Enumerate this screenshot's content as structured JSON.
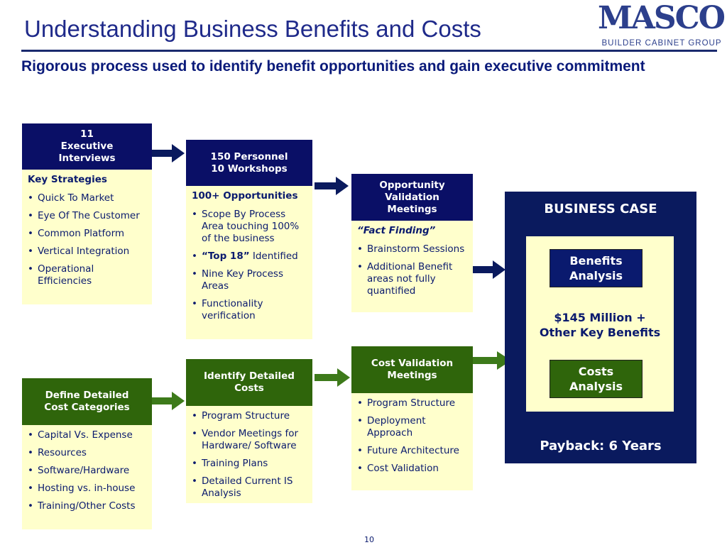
{
  "header": {
    "title": "Understanding Business Benefits and Costs",
    "subtitle": "Rigorous process used to identify benefit opportunities and gain executive commitment",
    "logo_word": "MASCO",
    "logo_sub": "BUILDER CABINET GROUP"
  },
  "boxes": {
    "interviews": {
      "head": [
        "11",
        "Executive",
        "Interviews"
      ],
      "body_header": "Key Strategies",
      "items": [
        "Quick To Market",
        "Eye Of The Customer",
        "Common Platform",
        "Vertical Integration",
        "Operational Efficiencies"
      ]
    },
    "workshops": {
      "head": [
        "150 Personnel",
        "10  Workshops"
      ],
      "body_header": "100+ Opportunities",
      "items": [
        "Scope By Process Area touching 100% of the business",
        "Nine Key Process Areas",
        "Functionality verification"
      ],
      "top18_bold": "“Top 18”",
      "top18_rest": " Identified"
    },
    "validation": {
      "head": [
        "Opportunity",
        "Validation",
        "Meetings"
      ],
      "body_header": "“Fact Finding”",
      "items": [
        "Brainstorm Sessions",
        "Additional Benefit areas not fully quantified"
      ]
    },
    "cost_categories": {
      "head": [
        "Define Detailed",
        "Cost Categories"
      ],
      "items": [
        "Capital Vs. Expense",
        "Resources",
        "Software/Hardware",
        "Hosting vs. in-house",
        "Training/Other Costs"
      ]
    },
    "detailed_costs": {
      "head": [
        "Identify Detailed",
        "Costs"
      ],
      "items": [
        "Program Structure",
        "Vendor Meetings for Hardware/ Software",
        "Training Plans",
        "Detailed Current IS Analysis"
      ]
    },
    "cost_validation": {
      "head": [
        "Cost Validation",
        "Meetings"
      ],
      "items": [
        "Program Structure",
        "Deployment Approach",
        "Future Architecture",
        "Cost Validation"
      ]
    }
  },
  "business_case": {
    "title": "BUSINESS CASE",
    "benefits_btn": [
      "Benefits",
      "Analysis"
    ],
    "total": [
      "$145 Million +",
      "Other Key Benefits"
    ],
    "costs_btn": [
      "Costs",
      "Analysis"
    ],
    "payback": "Payback: 6 Years"
  },
  "colors": {
    "navy": "#0a0f66",
    "green": "#2f650b",
    "body_fill": "#ffffcc",
    "title_text": "#1f2a8a"
  },
  "page_number": "10"
}
